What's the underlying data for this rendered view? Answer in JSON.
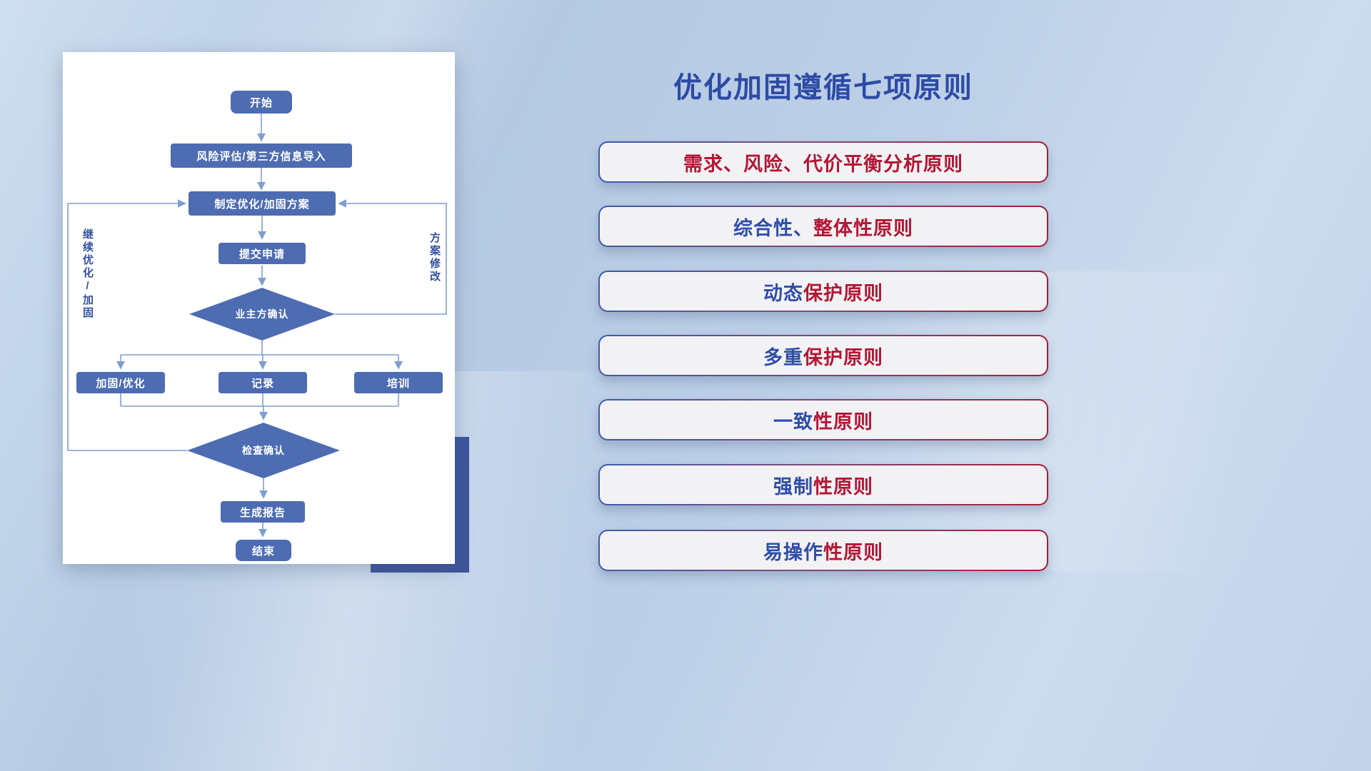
{
  "slide": {
    "background_base": "#bccfe7",
    "accent_blue": "#2d4ba5",
    "accent_red": "#b31735"
  },
  "flowchart": {
    "colors": {
      "node_fill": "#4d6cb2",
      "node_text": "#ffffff",
      "connector": "#7f9ed3"
    },
    "nodes": {
      "start": "开始",
      "risk_import": "风险评估/第三方信息导入",
      "make_plan": "制定优化/加固方案",
      "submit": "提交申请",
      "owner_confirm": "业主方确认",
      "harden": "加固/优化",
      "record": "记录",
      "train": "培训",
      "check_confirm": "检查确认",
      "report": "生成报告",
      "end": "结束"
    },
    "loop_labels": {
      "left": "继续优化/加固",
      "right": "方案修改"
    }
  },
  "right_panel": {
    "title": "优化加固遵循七项原则",
    "principles": [
      {
        "blue": "",
        "red": "需求、风险、代价平衡分析原则"
      },
      {
        "blue": "综合性、",
        "red": "整体性原则"
      },
      {
        "blue": "动态",
        "red": "保护原则"
      },
      {
        "blue": "多重",
        "red": "保护原则"
      },
      {
        "blue": "一致",
        "red": "性原则"
      },
      {
        "blue": "强制",
        "red": "性原则"
      },
      {
        "blue": "易操作",
        "red": "性原则"
      }
    ]
  }
}
